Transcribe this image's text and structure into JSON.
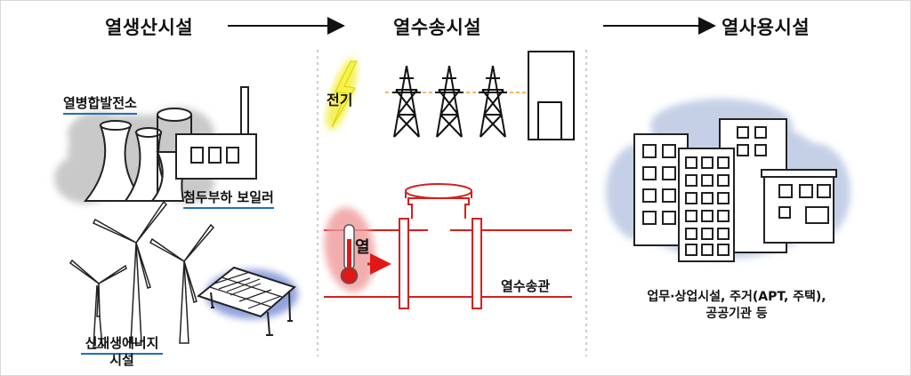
{
  "sections": {
    "generation": "열생산시설",
    "transport": "열수송시설",
    "usage": "열사용시설"
  },
  "generation": {
    "chp_plant": "열병합발전소",
    "peak_boiler": "첨두부하 보일러",
    "renewable_line1": "신재생에너지",
    "renewable_line2": "시설"
  },
  "transport": {
    "electricity": "전기",
    "heat": "열",
    "pipe": "열수송관"
  },
  "usage": {
    "caption_line1": "업무·상업시설, 주거(APT, 주택),",
    "caption_line2": "공공기관 등"
  },
  "colors": {
    "underline": "#1f6fc2",
    "pipe": "#d42020",
    "electric": "#f2ef3c",
    "smoke": "#c9c9c9",
    "building_bg": "#c5d0e6",
    "solar": "#6f86cf"
  }
}
